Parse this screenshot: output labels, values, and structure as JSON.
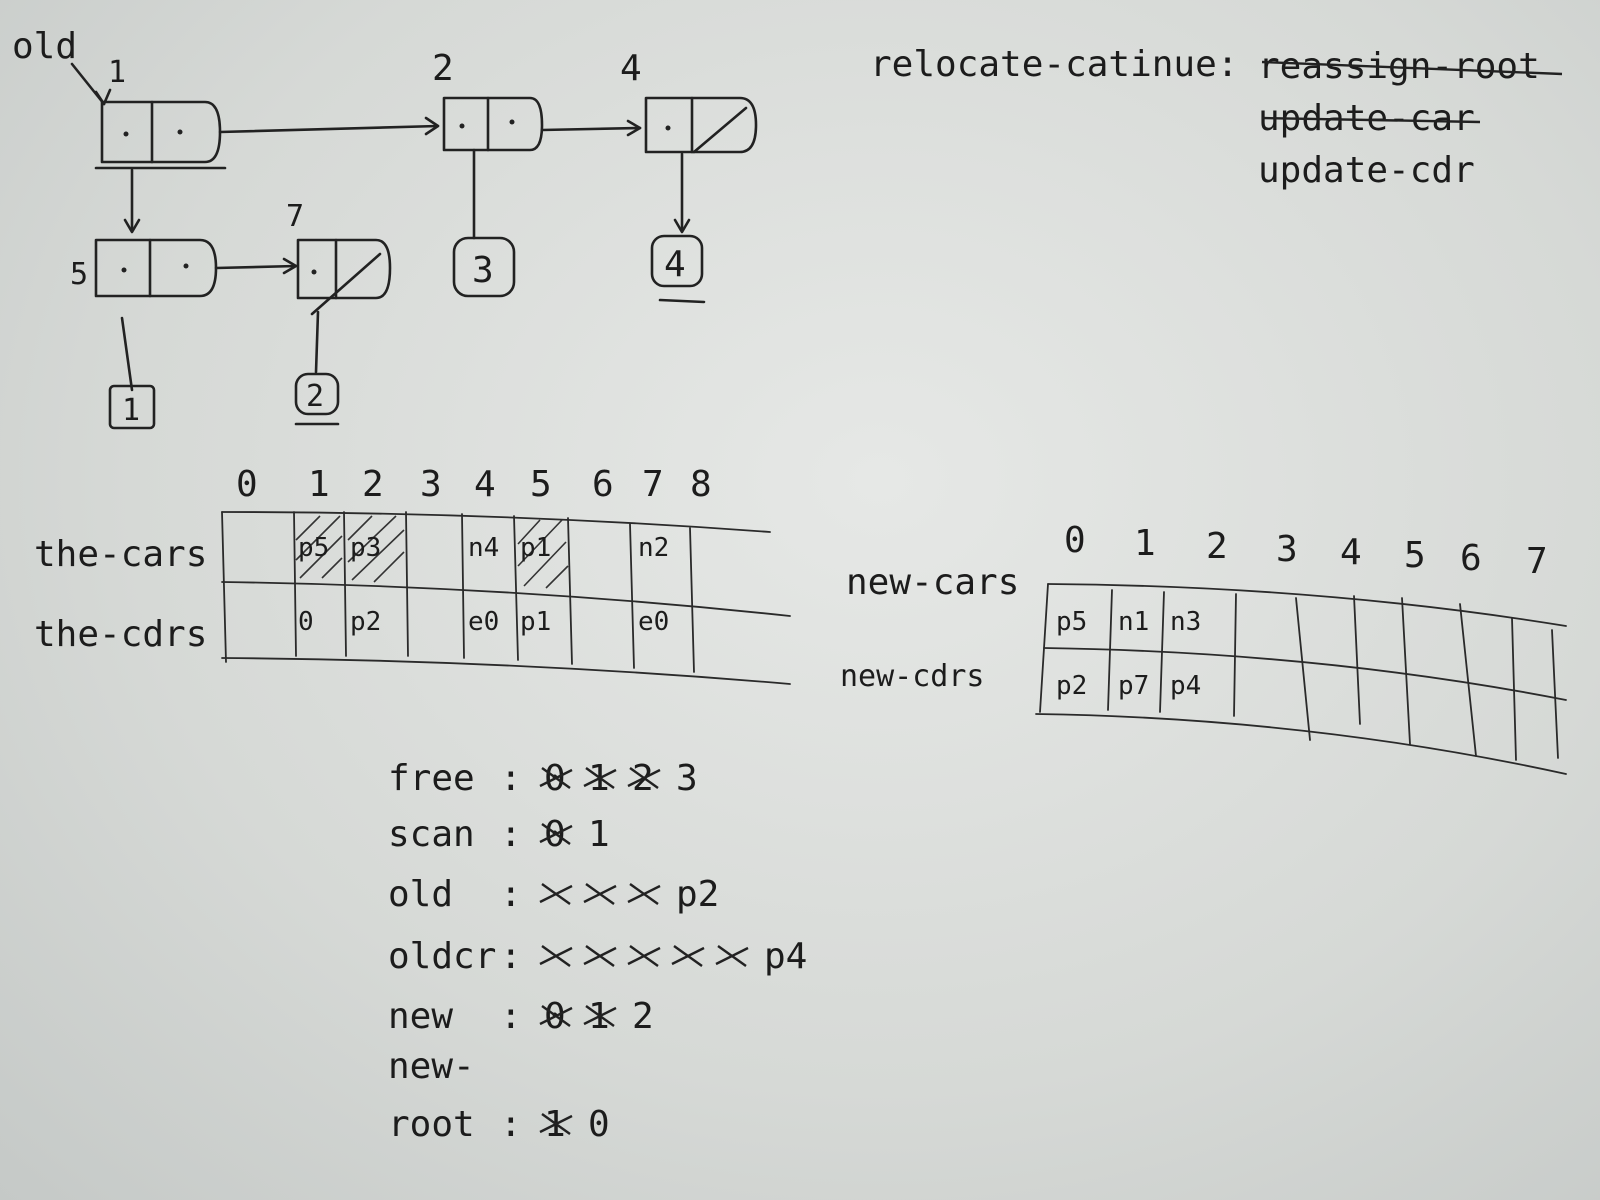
{
  "old_label": "old",
  "node_labels": {
    "n1": "1",
    "n2": "2",
    "n4": "4",
    "n5": "5",
    "n7": "7"
  },
  "leaf_values": {
    "v3": "3",
    "v4": "4",
    "v1": "1",
    "v2": "2"
  },
  "relocate": {
    "label": "relocate-catinue:",
    "items": [
      "reassign-root",
      "update-car",
      "update-cdr"
    ],
    "struck": [
      true,
      true,
      false
    ]
  },
  "old_table": {
    "indices": [
      "0",
      "1",
      "2",
      "3",
      "4",
      "5",
      "6",
      "7",
      "8"
    ],
    "cars_label": "the-cars",
    "cdrs_label": "the-cdrs",
    "cars": [
      "",
      "p5",
      "p3",
      "",
      "n4",
      "p1",
      "",
      "n2",
      ""
    ],
    "cdrs": [
      "",
      "0",
      "p2",
      "",
      "e0",
      "p1",
      "",
      "e0",
      ""
    ]
  },
  "new_table": {
    "indices": [
      "0",
      "1",
      "2",
      "3",
      "4",
      "5",
      "6",
      "7"
    ],
    "cars_label": "new-cars",
    "cdrs_label": "new-cdrs",
    "cars": [
      "p5",
      "n1",
      "n3",
      "",
      "",
      "",
      "",
      ""
    ],
    "cdrs": [
      "p2",
      "p7",
      "p4",
      "",
      "",
      "",
      "",
      ""
    ]
  },
  "registers": [
    {
      "name": "free",
      "values": [
        "0",
        "1",
        "2",
        "3"
      ],
      "final": "3"
    },
    {
      "name": "scan",
      "values": [
        "0",
        "1"
      ],
      "final": "1"
    },
    {
      "name": "old",
      "values": [
        "",
        "",
        "",
        "p2"
      ],
      "final": "p2"
    },
    {
      "name": "oldcr",
      "values": [
        "",
        "",
        "",
        "",
        "",
        "p4"
      ],
      "final": "p4"
    },
    {
      "name": "new",
      "values": [
        "0",
        "1",
        "2"
      ],
      "final": "2"
    },
    {
      "name": "new-",
      "values": [],
      "final": ""
    },
    {
      "name": "root",
      "values": [
        "1",
        "0"
      ],
      "final": "0"
    }
  ]
}
